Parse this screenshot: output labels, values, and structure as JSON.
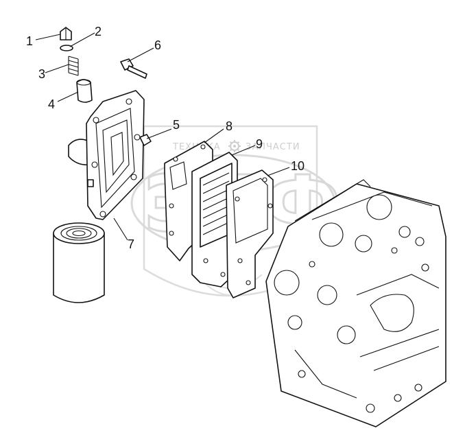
{
  "diagram": {
    "callouts": [
      {
        "id": "1",
        "label": "1"
      },
      {
        "id": "2",
        "label": "2"
      },
      {
        "id": "3",
        "label": "3"
      },
      {
        "id": "4",
        "label": "4"
      },
      {
        "id": "5",
        "label": "5"
      },
      {
        "id": "6",
        "label": "6"
      },
      {
        "id": "7",
        "label": "7"
      },
      {
        "id": "8",
        "label": "8"
      },
      {
        "id": "9",
        "label": "9"
      },
      {
        "id": "10",
        "label": "10"
      }
    ],
    "parts": [
      {
        "name": "plug",
        "callout": "1",
        "icon": "plug-icon"
      },
      {
        "name": "seal-ring",
        "callout": "2",
        "icon": "ring-icon"
      },
      {
        "name": "spring",
        "callout": "3",
        "icon": "spring-icon"
      },
      {
        "name": "valve",
        "callout": "4",
        "icon": "valve-icon"
      },
      {
        "name": "small-plug",
        "callout": "5",
        "icon": "plug-icon"
      },
      {
        "name": "bolt",
        "callout": "6",
        "icon": "bolt-icon"
      },
      {
        "name": "oil-cooler-housing",
        "callout": "7",
        "icon": "housing-icon"
      },
      {
        "name": "gasket",
        "callout": "8",
        "icon": "gasket-icon"
      },
      {
        "name": "oil-cooler-core",
        "callout": "9",
        "icon": "cooler-core-icon"
      },
      {
        "name": "gasket",
        "callout": "10",
        "icon": "gasket-icon"
      }
    ],
    "watermark": {
      "line1": "ТЕХНИКА",
      "line2": "ЗАПЧАСТИ",
      "logo": "ЭПФ",
      "icon": "gear-icon",
      "color": "#cfcfcf"
    }
  }
}
